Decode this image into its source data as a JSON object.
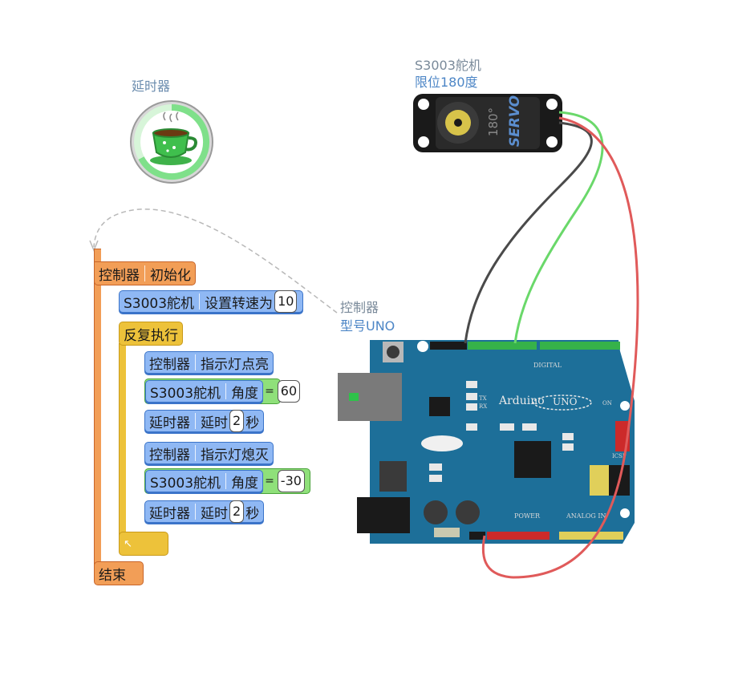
{
  "labels": {
    "timer": "延时器",
    "servo_name": "S3003舵机",
    "servo_limit": "限位180度",
    "controller_name": "控制器",
    "controller_model": "型号UNO"
  },
  "servo_device": {
    "text_180": "180°",
    "text_servo": "SERVO"
  },
  "board": {
    "brand": "Arduino",
    "model": "UNO",
    "digital": "DIGITAL",
    "power": "POWER",
    "analog": "ANALOG IN",
    "icsp": "ICSP",
    "on": "ON",
    "tx": "TX",
    "rx": "RX"
  },
  "blocks": {
    "init": {
      "a": "控制器",
      "b": "初始化"
    },
    "set_speed": {
      "a": "S3003舵机",
      "b": "设置转速为",
      "value": "10"
    },
    "loop": {
      "a": "反复执行"
    },
    "led_on": {
      "a": "控制器",
      "b": "指示灯点亮"
    },
    "angle1": {
      "a": "S3003舵机",
      "b": "角度",
      "eq": "=",
      "value": "60"
    },
    "delay1": {
      "a": "延时器",
      "b": "延时",
      "value": "2",
      "unit": "秒"
    },
    "led_off": {
      "a": "控制器",
      "b": "指示灯熄灭"
    },
    "angle2": {
      "a": "S3003舵机",
      "b": "角度",
      "eq": "=",
      "value": "-30"
    },
    "delay2": {
      "a": "延时器",
      "b": "延时",
      "value": "2",
      "unit": "秒"
    },
    "loop_end": {
      "a": "↖"
    },
    "end": {
      "a": "结束"
    }
  },
  "colors": {
    "block_blue": "#8fb8f4",
    "block_orange": "#f29e57",
    "block_yellow": "#edc23a",
    "block_green": "#8fe07a",
    "board": "#1d6f99",
    "label": "#6b8cae"
  },
  "icons": {
    "timer_icon": "teacup-icon"
  }
}
